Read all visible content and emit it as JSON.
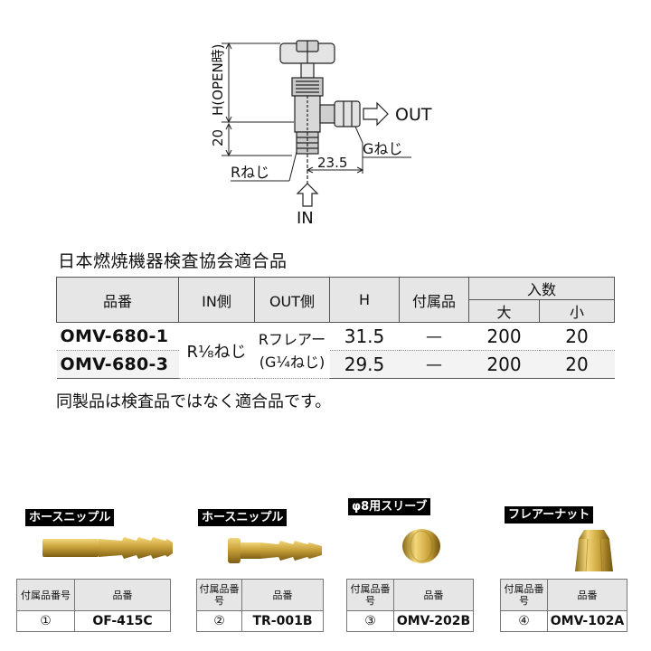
{
  "diagram": {
    "dim_h_label": "H(OPEN時)",
    "dim_20": "20",
    "dim_23_5": "23.5",
    "r_thread": "Rねじ",
    "g_thread": "Gねじ",
    "out_label": "OUT",
    "in_label": "IN",
    "colors": {
      "metal_fill": "#c8c8c8",
      "line": "#222222"
    }
  },
  "spec": {
    "title": "日本燃焼機器検査協会適合品",
    "headers": {
      "model": "品番",
      "in_side": "IN側",
      "out_side": "OUT側",
      "h": "H",
      "accessory": "付属品",
      "qty": "入数",
      "qty_large": "大",
      "qty_small": "小"
    },
    "rows": [
      {
        "model": "OMV-680-1",
        "h": "31.5",
        "accessory": "—",
        "large": "200",
        "small": "20"
      },
      {
        "model": "OMV-680-3",
        "h": "29.5",
        "accessory": "—",
        "large": "200",
        "small": "20"
      }
    ],
    "in_side_value": "R⅛ねじ",
    "out_side_line1": "Rフレアー",
    "out_side_line2": "(G¼ねじ)",
    "note": "同製品は検査品ではなく適合品です。",
    "colors": {
      "header_bg": "#e6e6e6",
      "row2_bg": "#f3f3f3"
    }
  },
  "accessories": {
    "col_no_header": "付属品番号",
    "col_model_header": "品番",
    "items": [
      {
        "label": "ホースニップル",
        "no": "①",
        "model": "OF-415C",
        "icon": "brass-hose-nipple"
      },
      {
        "label": "ホースニップル",
        "no": "②",
        "model": "TR-001B",
        "icon": "brass-hose-nipple-short"
      },
      {
        "label": "φ8用スリーブ",
        "no": "③",
        "model": "OMV-202B",
        "icon": "brass-sleeve"
      },
      {
        "label": "フレアーナット",
        "no": "④",
        "model": "OMV-102A",
        "icon": "brass-flare-nut"
      }
    ],
    "colors": {
      "brass": "#c9a23a",
      "label_bg": "#000000"
    }
  }
}
